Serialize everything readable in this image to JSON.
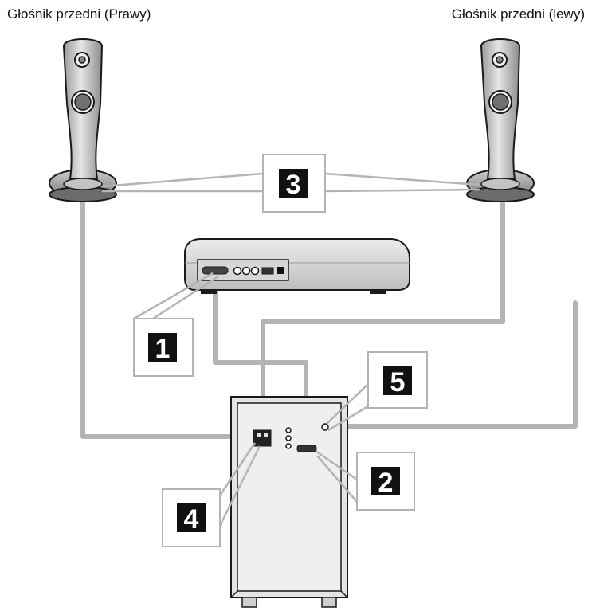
{
  "labels": {
    "front_right_speaker": "Głośnik przedni (Prawy)",
    "front_left_speaker": "Głośnik przedni (lewy)"
  },
  "callouts": {
    "main_unit_connector": "1",
    "subwoofer_system_connector": "2",
    "speaker_cable_pair": "3",
    "speaker_terminals": "4",
    "antenna_jack": "5"
  },
  "colors": {
    "cable": "#b4b4b4",
    "device_fill": "#dcdcdc",
    "outline": "#1a1a1a",
    "badge": "#111111"
  }
}
